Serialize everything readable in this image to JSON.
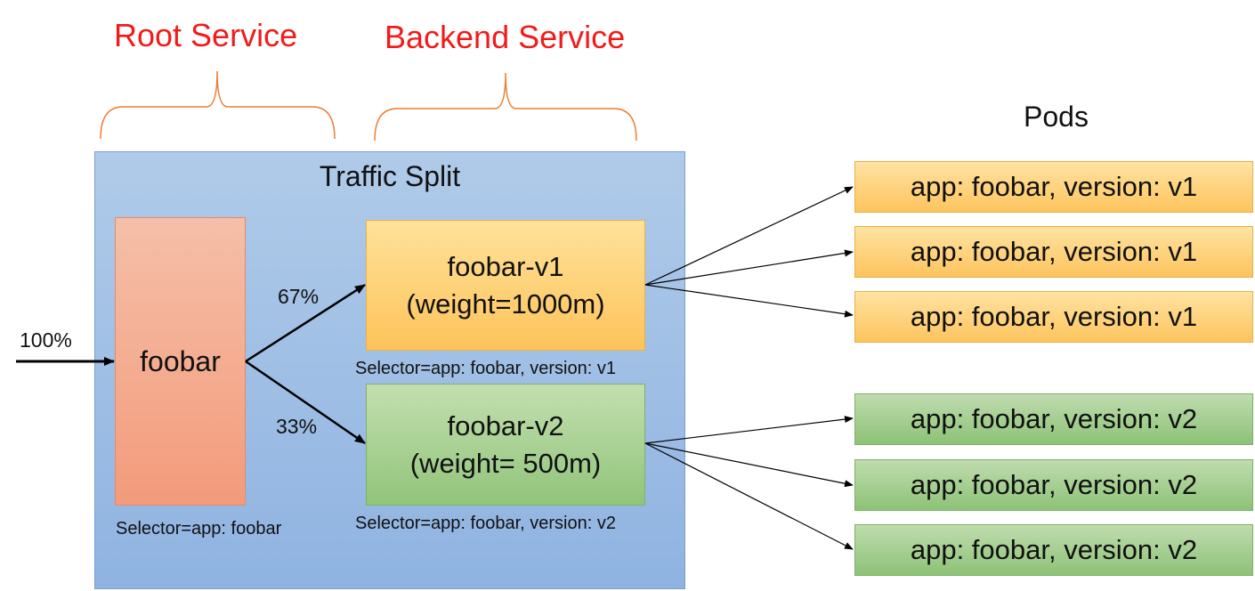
{
  "headings": {
    "root_service": "Root Service",
    "backend_service": "Backend Service",
    "pods": "Pods"
  },
  "traffic_split": {
    "title": "Traffic Split",
    "input_percent": "100%",
    "root": {
      "name": "foobar",
      "selector": "Selector=app: foobar"
    },
    "backends": [
      {
        "name": "foobar-v1",
        "weight": "(weight=1000m)",
        "selector": "Selector=app: foobar, version: v1",
        "percent": "67%"
      },
      {
        "name": "foobar-v2",
        "weight": "(weight= 500m)",
        "selector": "Selector=app: foobar, version: v2",
        "percent": "33%"
      }
    ]
  },
  "pods": [
    {
      "label": "app: foobar, version: v1"
    },
    {
      "label": "app: foobar, version: v1"
    },
    {
      "label": "app: foobar, version: v1"
    },
    {
      "label": "app: foobar, version: v2"
    },
    {
      "label": "app: foobar, version: v2"
    },
    {
      "label": "app: foobar, version: v2"
    }
  ],
  "colors": {
    "heading_red": "#f21b1b",
    "split_blue": "#9dbde5",
    "root_salmon": "#f4a98a",
    "v1_orange": "#fdc35a",
    "v2_green": "#91c47a",
    "brace_orange": "#ed7d31"
  }
}
